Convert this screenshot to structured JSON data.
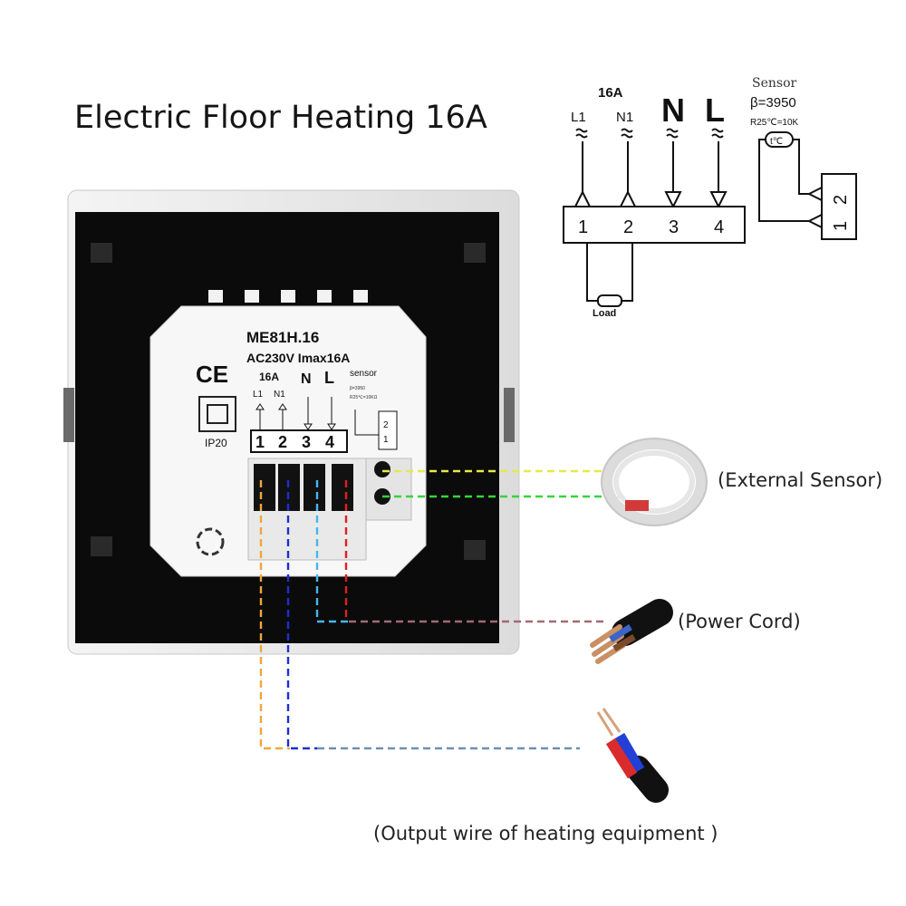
{
  "title": "Electric Floor Heating 16A",
  "wiring_diagram": {
    "rating": "16A",
    "terminal_labels": [
      "L1",
      "N1",
      "N",
      "L"
    ],
    "terminal_numbers": [
      "1",
      "2",
      "3",
      "4"
    ],
    "load_label": "Load",
    "sensor_title": "Sensor",
    "sensor_beta": "β=3950",
    "sensor_resistance": "R25℃=10K",
    "sensor_symbol": "t℃",
    "sensor_pins": [
      "1",
      "2"
    ]
  },
  "device_label": {
    "model": "ME81H.16",
    "spec": "AC230V Imax16A",
    "ce_mark": "CE",
    "ip_rating": "IP20",
    "rating": "16A",
    "terminal_labels": [
      "L1",
      "N1",
      "N",
      "L"
    ],
    "sensor_text": "sensor",
    "sensor_beta": "β=3950",
    "sensor_res": "R25℃=10KΩ",
    "terminal_numbers": [
      "1",
      "2",
      "3",
      "4"
    ],
    "sensor_pins": [
      "1",
      "2"
    ]
  },
  "callouts": {
    "external_sensor": "(External Sensor)",
    "power_cord": "(Power Cord)",
    "output_wire": "(Output wire of heating equipment )"
  },
  "colors": {
    "wire_yellow": "#e8e84a",
    "wire_green": "#36d43a",
    "wire_orange": "#f0a63a",
    "wire_blue": "#1c2fd0",
    "wire_lightblue": "#48b6ee",
    "wire_red": "#e01f1f",
    "wire_brown": "#a26a74",
    "wire_steel": "#6e8fb2"
  }
}
